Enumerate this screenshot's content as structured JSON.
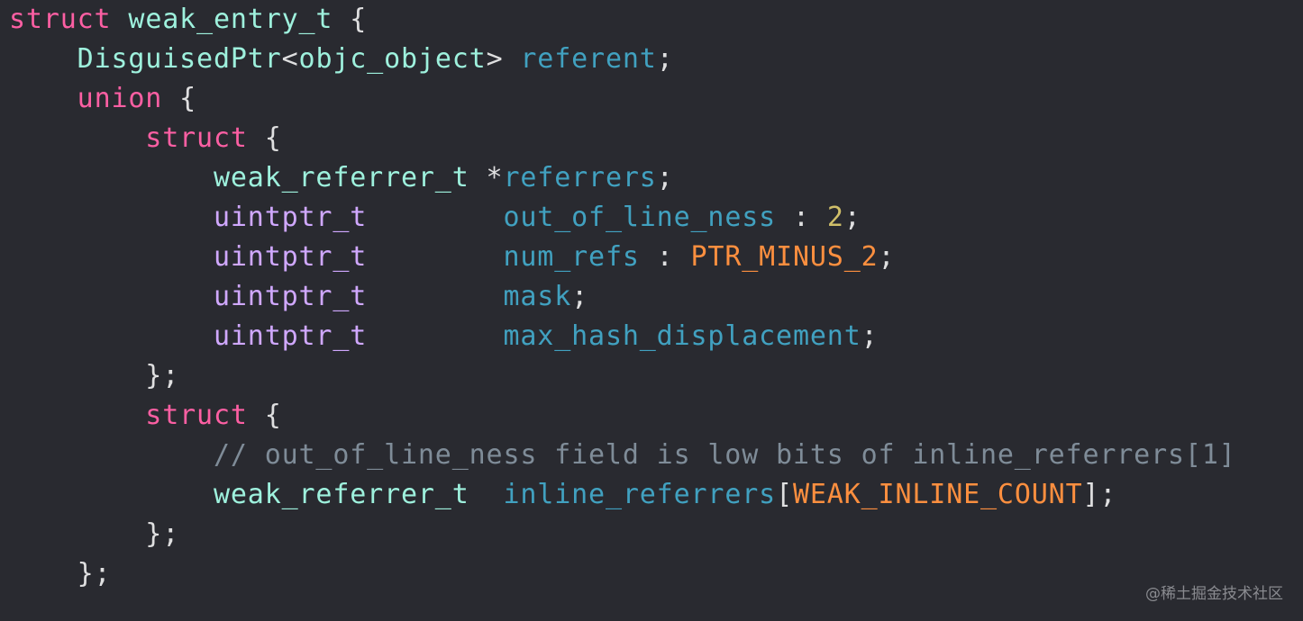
{
  "editor": {
    "lines": [
      [
        {
          "t": "struct",
          "c": "kw"
        },
        {
          "t": " ",
          "c": "plain"
        },
        {
          "t": "weak_entry_t",
          "c": "type"
        },
        {
          "t": " {",
          "c": "plain"
        }
      ],
      [
        {
          "t": "    ",
          "c": "plain"
        },
        {
          "t": "DisguisedPtr",
          "c": "type"
        },
        {
          "t": "<",
          "c": "plain"
        },
        {
          "t": "objc_object",
          "c": "type"
        },
        {
          "t": "> ",
          "c": "plain"
        },
        {
          "t": "referent",
          "c": "fn"
        },
        {
          "t": ";",
          "c": "plain"
        }
      ],
      [
        {
          "t": "    ",
          "c": "plain"
        },
        {
          "t": "union",
          "c": "kw"
        },
        {
          "t": " {",
          "c": "plain"
        }
      ],
      [
        {
          "t": "        ",
          "c": "plain"
        },
        {
          "t": "struct",
          "c": "kw"
        },
        {
          "t": " {",
          "c": "plain"
        }
      ],
      [
        {
          "t": "            ",
          "c": "plain"
        },
        {
          "t": "weak_referrer_t",
          "c": "type"
        },
        {
          "t": " *",
          "c": "plain"
        },
        {
          "t": "referrers",
          "c": "fn"
        },
        {
          "t": ";",
          "c": "plain"
        }
      ],
      [
        {
          "t": "            ",
          "c": "plain"
        },
        {
          "t": "uintptr_t",
          "c": "sys"
        },
        {
          "t": "        ",
          "c": "plain"
        },
        {
          "t": "out_of_line_ness",
          "c": "fn"
        },
        {
          "t": " : ",
          "c": "plain"
        },
        {
          "t": "2",
          "c": "num"
        },
        {
          "t": ";",
          "c": "plain"
        }
      ],
      [
        {
          "t": "            ",
          "c": "plain"
        },
        {
          "t": "uintptr_t",
          "c": "sys"
        },
        {
          "t": "        ",
          "c": "plain"
        },
        {
          "t": "num_refs",
          "c": "fn"
        },
        {
          "t": " : ",
          "c": "plain"
        },
        {
          "t": "PTR_MINUS_2",
          "c": "macro"
        },
        {
          "t": ";",
          "c": "plain"
        }
      ],
      [
        {
          "t": "            ",
          "c": "plain"
        },
        {
          "t": "uintptr_t",
          "c": "sys"
        },
        {
          "t": "        ",
          "c": "plain"
        },
        {
          "t": "mask",
          "c": "fn"
        },
        {
          "t": ";",
          "c": "plain"
        }
      ],
      [
        {
          "t": "            ",
          "c": "plain"
        },
        {
          "t": "uintptr_t",
          "c": "sys"
        },
        {
          "t": "        ",
          "c": "plain"
        },
        {
          "t": "max_hash_displacement",
          "c": "fn"
        },
        {
          "t": ";",
          "c": "plain"
        }
      ],
      [
        {
          "t": "        };",
          "c": "plain"
        }
      ],
      [
        {
          "t": "        ",
          "c": "plain"
        },
        {
          "t": "struct",
          "c": "kw"
        },
        {
          "t": " {",
          "c": "plain"
        }
      ],
      [
        {
          "t": "            ",
          "c": "plain"
        },
        {
          "t": "// out_of_line_ness field is low bits of inline_referrers[1]",
          "c": "comment"
        }
      ],
      [
        {
          "t": "            ",
          "c": "plain"
        },
        {
          "t": "weak_referrer_t",
          "c": "type"
        },
        {
          "t": "  ",
          "c": "plain"
        },
        {
          "t": "inline_referrers",
          "c": "fn"
        },
        {
          "t": "[",
          "c": "plain"
        },
        {
          "t": "WEAK_INLINE_COUNT",
          "c": "macro"
        },
        {
          "t": "];",
          "c": "plain"
        }
      ],
      [
        {
          "t": "        };",
          "c": "plain"
        }
      ],
      [
        {
          "t": "    };",
          "c": "plain"
        }
      ]
    ]
  },
  "watermark": "@稀土掘金技术社区"
}
